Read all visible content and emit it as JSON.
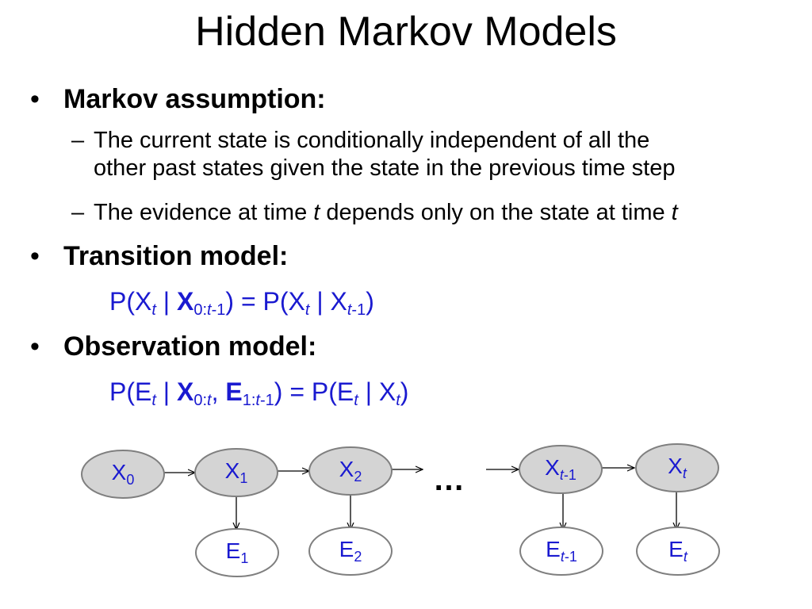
{
  "slide": {
    "title": "Hidden Markov Models"
  },
  "bullets": [
    {
      "marker": "•",
      "heading": "Markov assumption:",
      "subitems": [
        {
          "marker": "–",
          "line1": "The current state is conditionally independent of all the",
          "line2": "other past states given the state in the previous time step"
        },
        {
          "marker": "–",
          "prefix": "The evidence at time ",
          "var1": "t",
          "middle": " depends only on the state at time ",
          "var2": "t"
        }
      ]
    },
    {
      "marker": "•",
      "heading": "Transition model:",
      "formula": {
        "p1": "P(X",
        "s1": "t",
        "bar1": " | ",
        "bold": "X",
        "s2": "0:",
        "s2i": "t",
        "s2e": "-1",
        "eq": ") = P(X",
        "s3": "t",
        "bar2": " | X",
        "s4": "t",
        "s4e": "-1",
        "close": ")"
      }
    },
    {
      "marker": "•",
      "heading": "Observation model:",
      "formula": {
        "p1": "P(E",
        "s1": "t",
        "bar1": " | ",
        "bold1": "X",
        "s2": "0:",
        "s2i": "t",
        "comma": ", ",
        "bold2": "E",
        "s3": "1:",
        "s3i": "t",
        "s3e": "-1",
        "eq": ") = P(E",
        "s4": "t",
        "bar2": " | X",
        "s5": "t",
        "close": ")"
      }
    }
  ],
  "diagram": {
    "ellipsis": "…",
    "states": [
      {
        "base": "X",
        "sub": "0",
        "italic": false,
        "suffix": ""
      },
      {
        "base": "X",
        "sub": "1",
        "italic": false,
        "suffix": ""
      },
      {
        "base": "X",
        "sub": "2",
        "italic": false,
        "suffix": ""
      },
      {
        "base": "X",
        "sub": "t",
        "italic": true,
        "suffix": "-1"
      },
      {
        "base": "X",
        "sub": "t",
        "italic": true,
        "suffix": ""
      }
    ],
    "evidence": [
      {
        "base": "E",
        "sub": "1",
        "italic": false,
        "suffix": ""
      },
      {
        "base": "E",
        "sub": "2",
        "italic": false,
        "suffix": ""
      },
      {
        "base": "E",
        "sub": "t",
        "italic": true,
        "suffix": "-1"
      },
      {
        "base": "E",
        "sub": "t",
        "italic": true,
        "suffix": ""
      }
    ],
    "colors": {
      "state_fill": "#d4d4d4",
      "evidence_fill": "#ffffff",
      "stroke": "#7f7f7f",
      "label": "#1a1ad0"
    }
  }
}
